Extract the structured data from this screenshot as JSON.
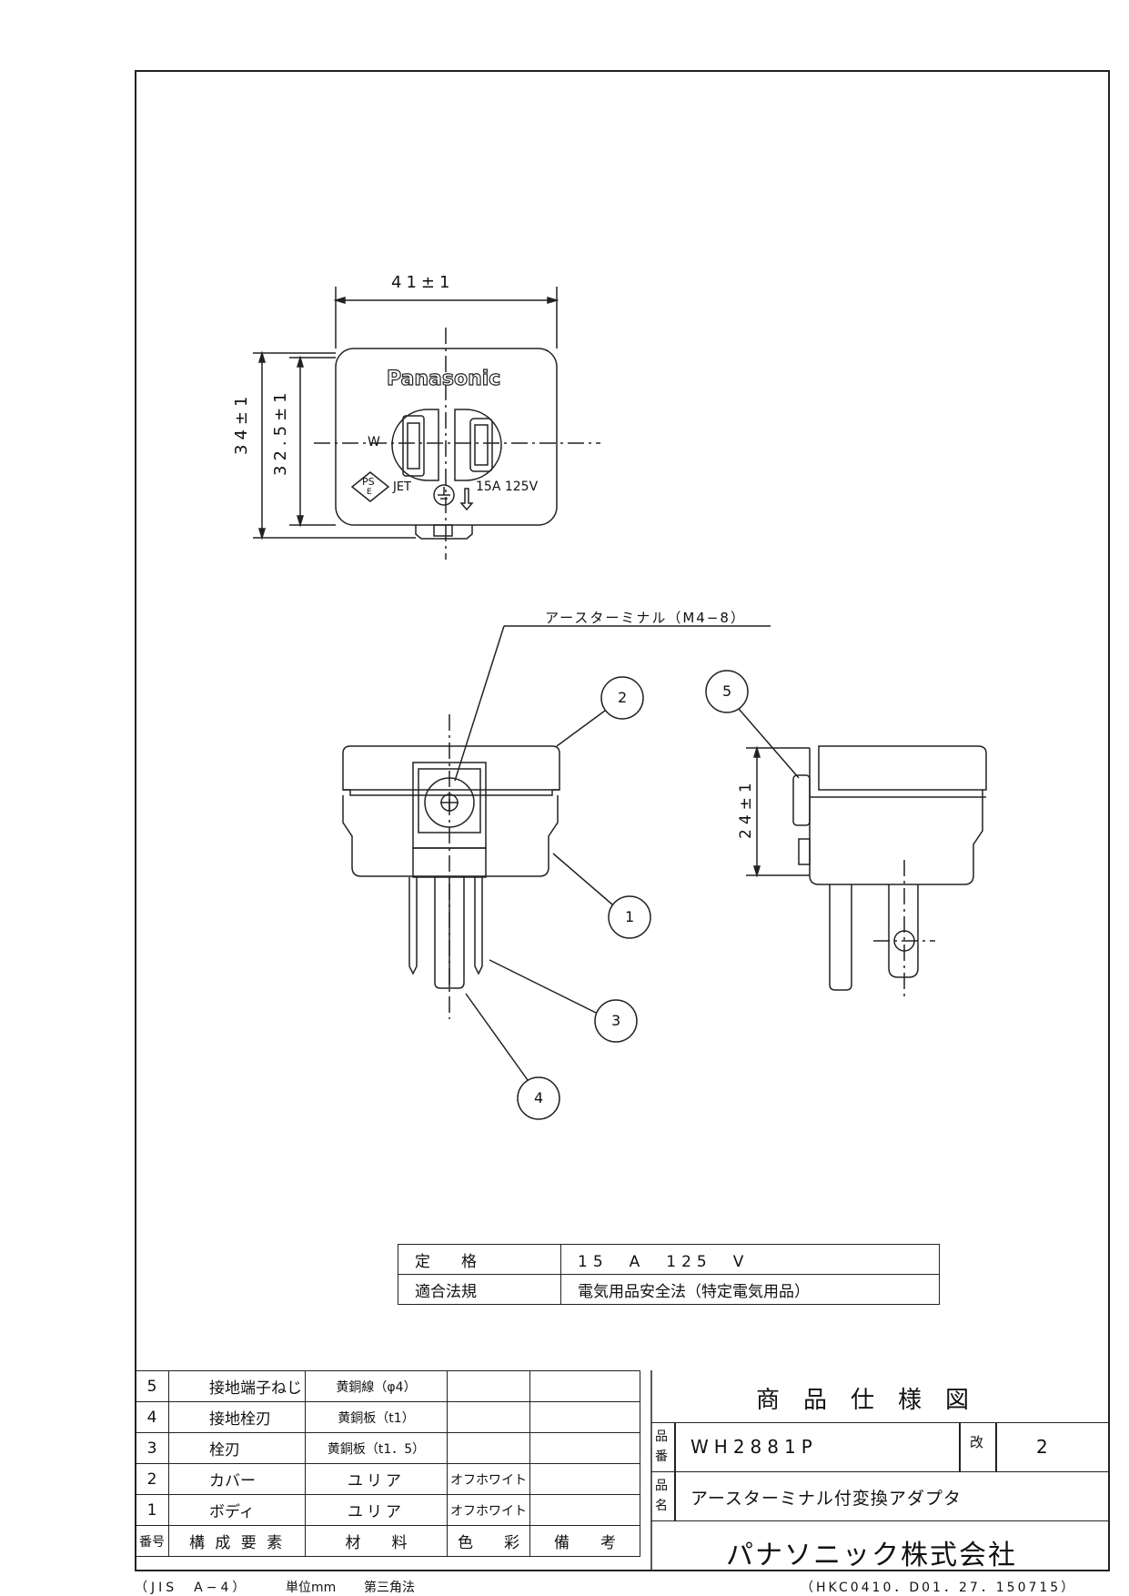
{
  "drawing": {
    "brand_logo_text": "Panasonic",
    "dim_width": "41±1",
    "dim_height_outer": "34±1",
    "dim_height_inner": "32.5±1",
    "dim_side_height": "24±1",
    "label_w": "W",
    "mark_ps": "PS",
    "mark_e": "E",
    "mark_jet": "JET",
    "rating_text": "15A 125V",
    "callout_earth_terminal": "アースターミナル（M4−8）",
    "callouts": [
      "1",
      "2",
      "3",
      "4",
      "5"
    ]
  },
  "spec_table": [
    {
      "key": "定　　格",
      "value": "15　A　125　V"
    },
    {
      "key": "適合法規",
      "value": "電気用品安全法（特定電気用品）"
    }
  ],
  "parts_table": {
    "headers": {
      "no": "番号",
      "name": "構 成 要 素",
      "material": "材　　料",
      "color": "色　　彩",
      "remarks": "備　　考"
    },
    "rows": [
      {
        "no": "5",
        "name": "接地端子ねじ",
        "material": "黄銅線（φ4）",
        "color": "",
        "remarks": ""
      },
      {
        "no": "4",
        "name": "接地栓刃",
        "material": "黄銅板（t1）",
        "color": "",
        "remarks": ""
      },
      {
        "no": "3",
        "name": "栓刃",
        "material": "黄銅板（t1．5）",
        "color": "",
        "remarks": ""
      },
      {
        "no": "2",
        "name": "カバー",
        "material": "ユリア",
        "color": "オフホワイト",
        "remarks": ""
      },
      {
        "no": "1",
        "name": "ボディ",
        "material": "ユリア",
        "color": "オフホワイト",
        "remarks": ""
      }
    ]
  },
  "title_block": {
    "title": "商　品　仕　様　図",
    "part_no_label_1": "品",
    "part_no_label_2": "番",
    "part_no": "WH2881P",
    "rev_label": "改",
    "rev": "2",
    "name_label_1": "品",
    "name_label_2": "名",
    "product_name": "アースターミナル付変換アダプタ",
    "company": "パナソニック株式会社"
  },
  "footer": {
    "paper": "（JIS　A−4）",
    "unit": "単位mm",
    "projection": "第三角法",
    "doc_code": "（HKC0410．D01．27．150715）"
  }
}
